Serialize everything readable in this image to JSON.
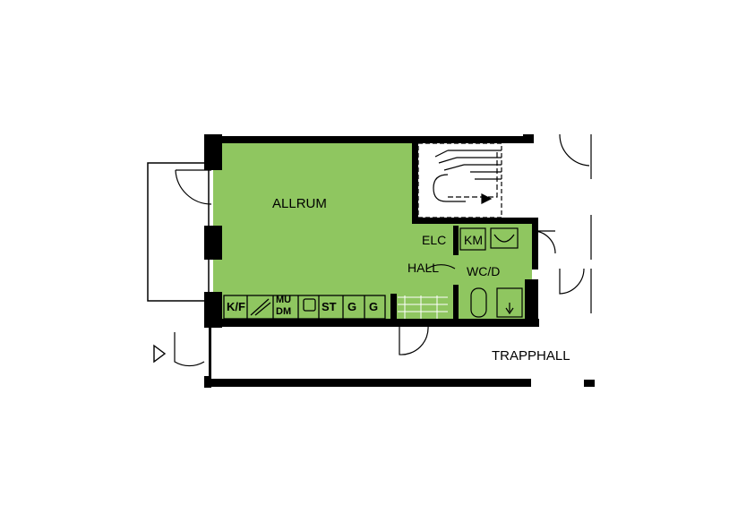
{
  "colors": {
    "room_fill": "#8fc660",
    "wall": "#000000",
    "background": "#ffffff"
  },
  "rooms": {
    "allrum": "ALLRUM",
    "elc": "ELC",
    "km": "KM",
    "hall": "HALL",
    "wc": "WC/D",
    "trapphall": "TRAPPHALL"
  },
  "kitchen": {
    "kf": "K/F",
    "mu": "MU",
    "dm": "DM",
    "st": "ST",
    "g1": "G",
    "g2": "G"
  },
  "icons": [
    "door-swing",
    "staircase",
    "entrance-arrow",
    "sink",
    "toilet",
    "floor-drain",
    "stove"
  ]
}
